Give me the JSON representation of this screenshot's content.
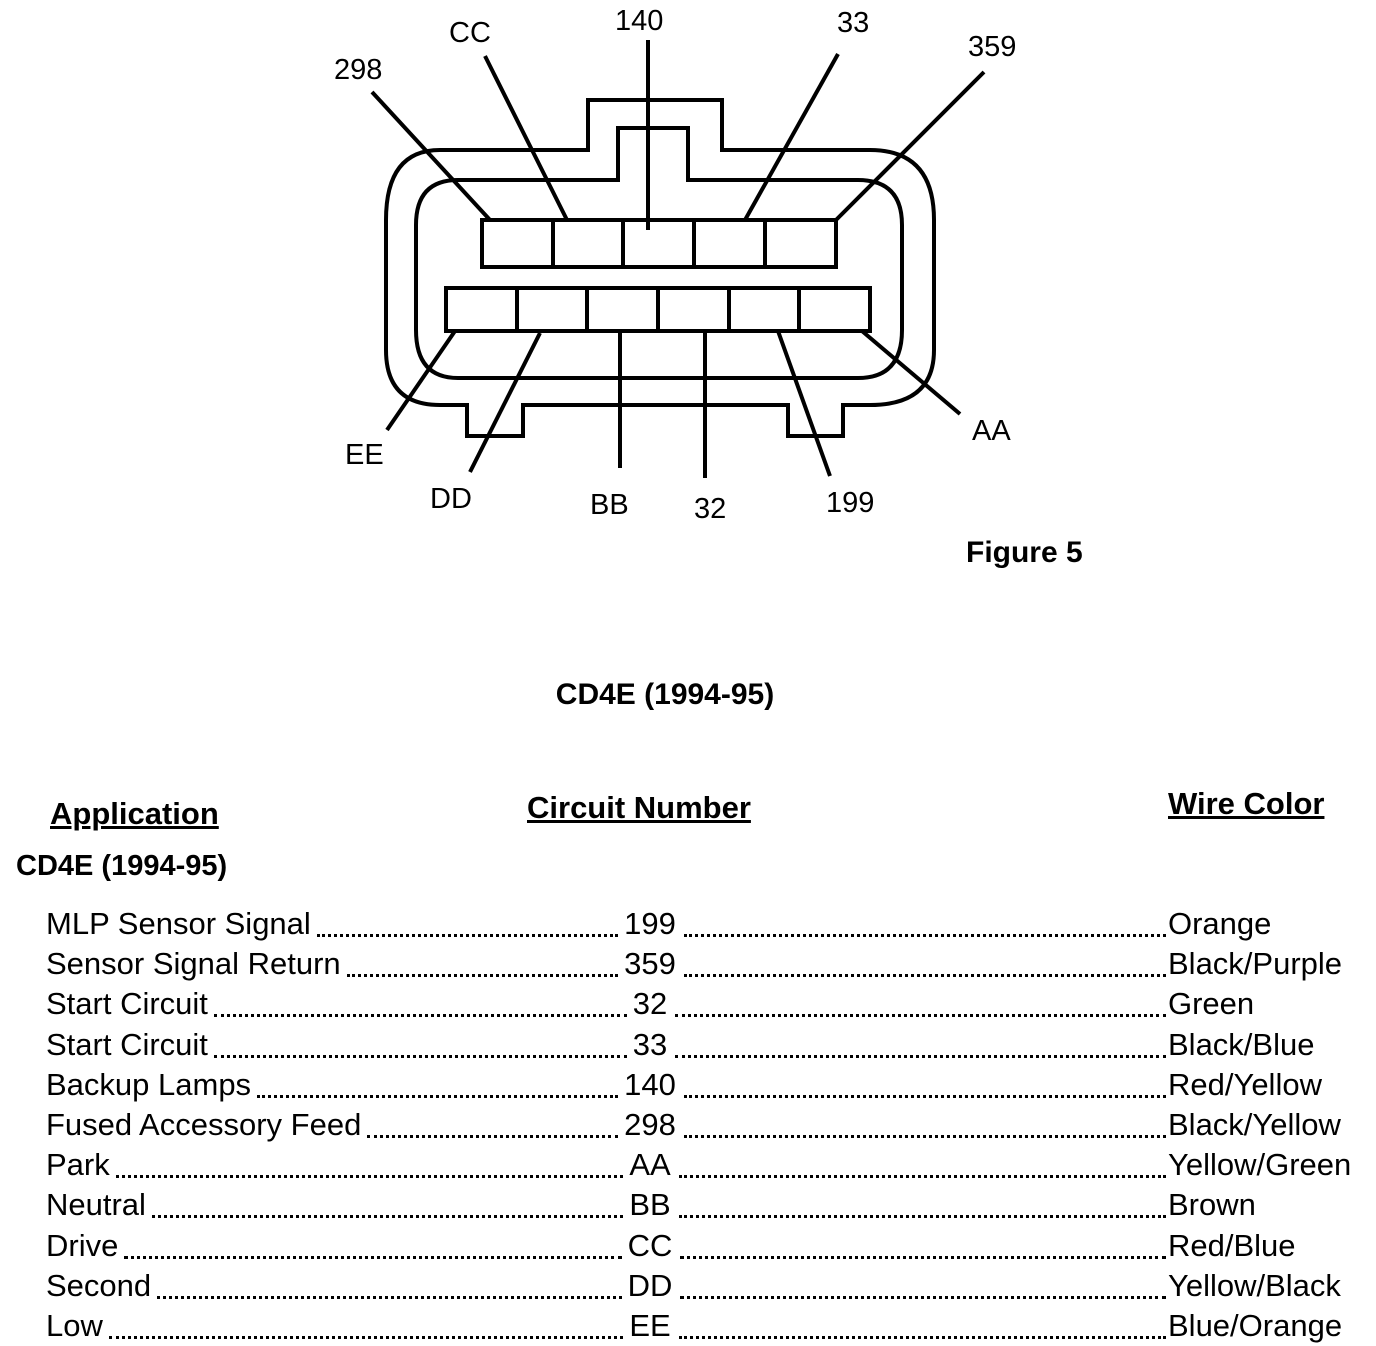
{
  "figure": {
    "caption": "Figure 5",
    "top_row_labels": [
      "298",
      "CC",
      "140",
      "33",
      "359"
    ],
    "bottom_row_labels": [
      "EE",
      "DD",
      "BB",
      "32",
      "199",
      "AA"
    ]
  },
  "title": "CD4E (1994-95)",
  "table": {
    "headers": {
      "application": "Application",
      "circuit": "Circuit Number",
      "color": "Wire Color"
    },
    "section": "CD4E (1994-95)",
    "rows": [
      {
        "application": "MLP Sensor Signal",
        "circuit": "199",
        "color": "Orange"
      },
      {
        "application": "Sensor Signal Return",
        "circuit": "359",
        "color": "Black/Purple"
      },
      {
        "application": "Start Circuit",
        "circuit": "32",
        "color": "Green"
      },
      {
        "application": "Start Circuit",
        "circuit": "33",
        "color": "Black/Blue"
      },
      {
        "application": "Backup Lamps",
        "circuit": "140",
        "color": "Red/Yellow"
      },
      {
        "application": "Fused Accessory Feed",
        "circuit": "298",
        "color": "Black/Yellow"
      },
      {
        "application": "Park",
        "circuit": "AA",
        "color": "Yellow/Green"
      },
      {
        "application": "Neutral",
        "circuit": "BB",
        "color": "Brown"
      },
      {
        "application": "Drive",
        "circuit": "CC",
        "color": "Red/Blue"
      },
      {
        "application": "Second",
        "circuit": "DD",
        "color": "Yellow/Black"
      },
      {
        "application": "Low",
        "circuit": "EE",
        "color": "Blue/Orange"
      }
    ]
  }
}
